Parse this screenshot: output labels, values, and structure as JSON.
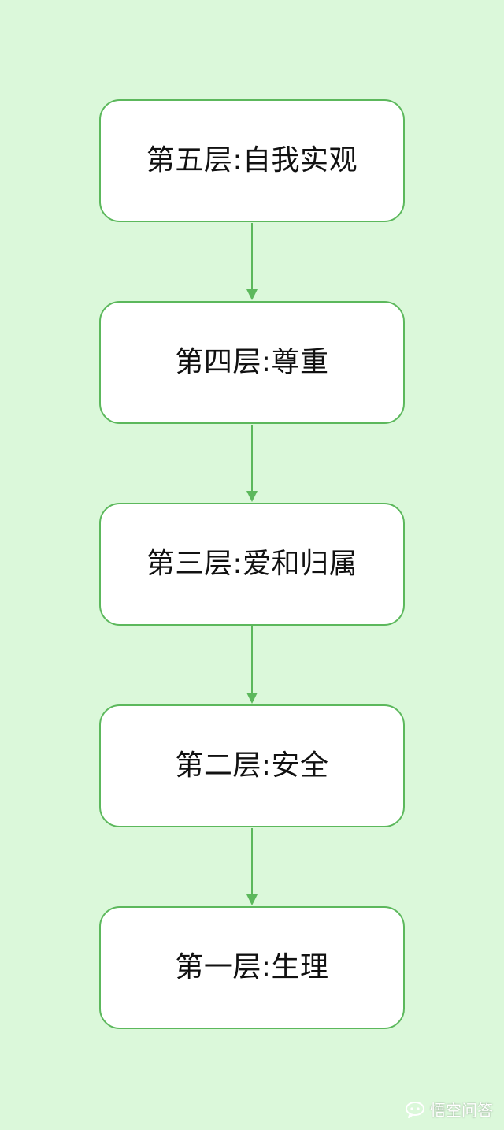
{
  "colors": {
    "background": "#dbf8da",
    "box_fill": "#ffffff",
    "box_border": "#5cb85c",
    "arrow": "#5cb85c",
    "text": "#111111",
    "watermark": "#ffffff"
  },
  "diagram": {
    "nodes": [
      {
        "label": "第五层:自我实观"
      },
      {
        "label": "第四层:尊重"
      },
      {
        "label": "第三层:爱和归属"
      },
      {
        "label": "第二层:安全"
      },
      {
        "label": "第一层:生理"
      }
    ],
    "edges": [
      {
        "from": 0,
        "to": 1
      },
      {
        "from": 1,
        "to": 2
      },
      {
        "from": 2,
        "to": 3
      },
      {
        "from": 3,
        "to": 4
      }
    ]
  },
  "watermark": {
    "icon": "chat-bubble-icon",
    "text": "悟空问答"
  }
}
